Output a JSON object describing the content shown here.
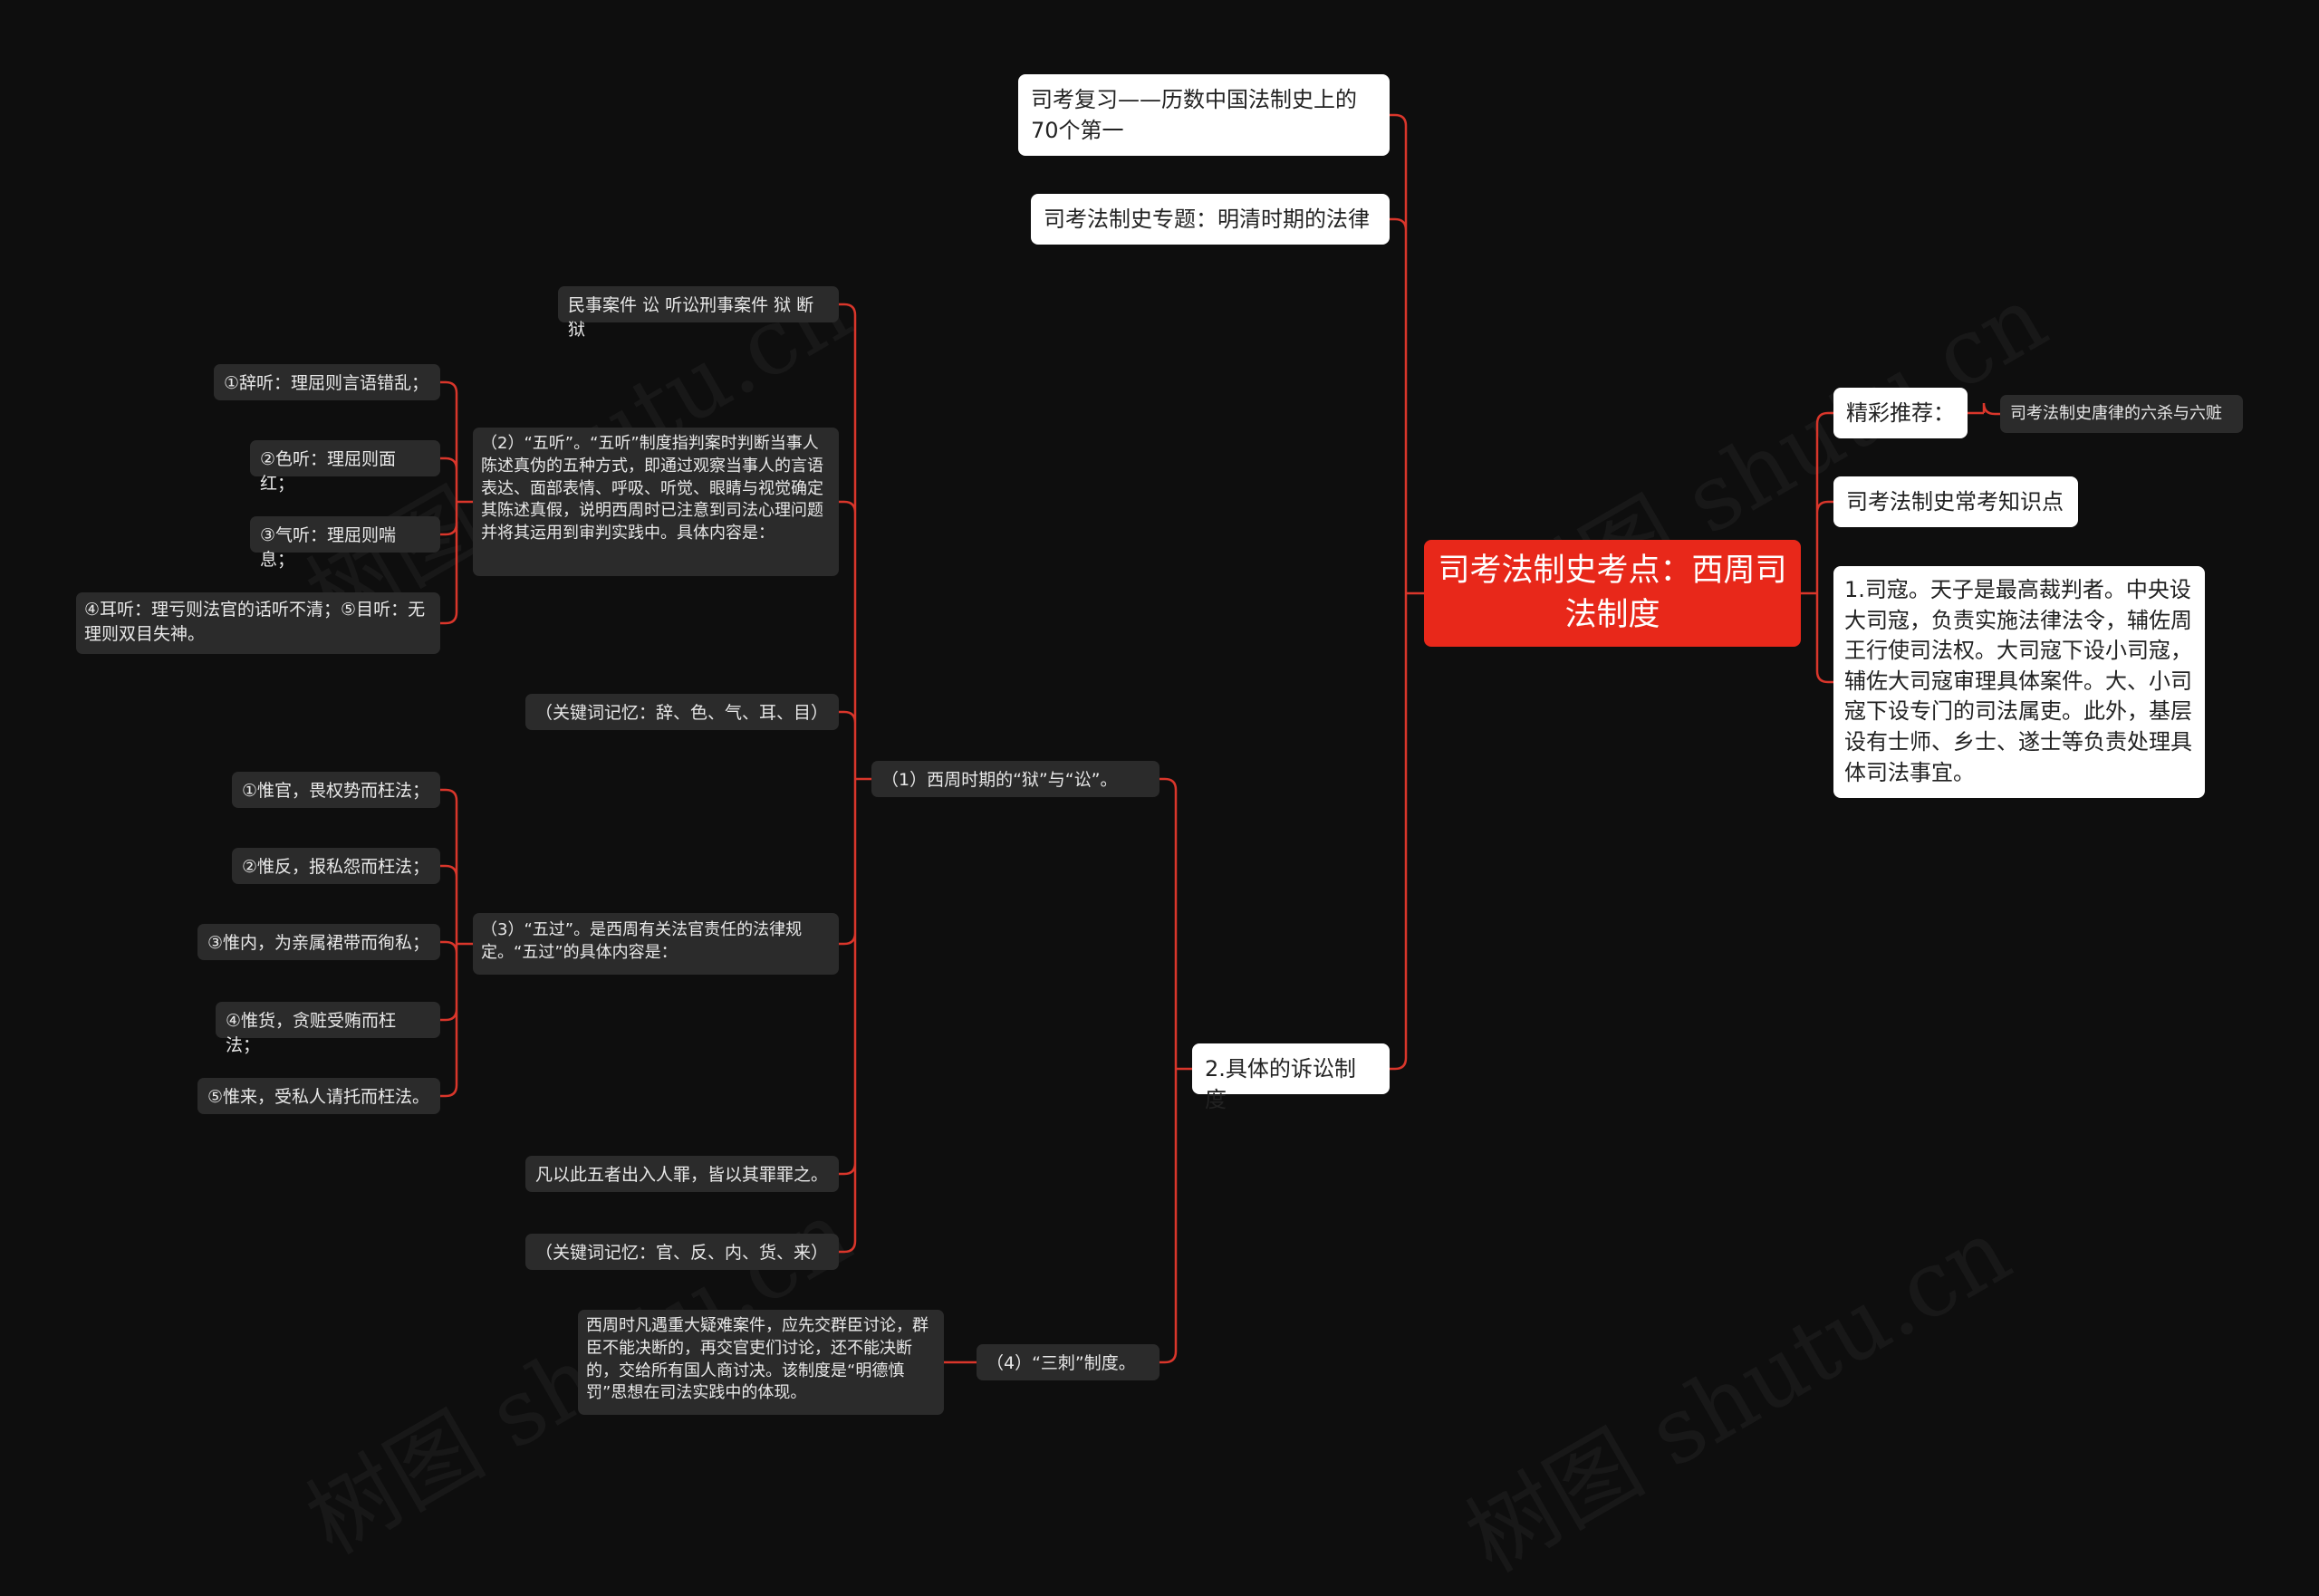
{
  "watermark": "树图 shutu.cn",
  "root": "司考法制史考点：西周司法制度",
  "right": {
    "recommend": "精彩推荐：",
    "recommend_link": "司考法制史唐律的六杀与六赃",
    "common": "司考法制史常考知识点",
    "sikou": "1.司寇。天子是最高裁判者。中央设大司寇，负责实施法律法令，辅佐周王行使司法权。大司寇下设小司寇，辅佐大司寇审理具体案件。大、小司寇下设专门的司法属吏。此外，基层设有士师、乡士、遂士等负责处理具体司法事宜。"
  },
  "left": {
    "top1": "司考复习——历数中国法制史上的70个第一",
    "top2": "司考法制史专题：明清时期的法律",
    "procedure": "2.具体的诉讼制度",
    "yusong": "（1）西周时期的“狱”与“讼”。",
    "yusong_def": "民事案件 讼 听讼刑事案件 狱 断狱",
    "wuting": "（2）“五听”。“五听”制度指判案时判断当事人陈述真伪的五种方式，即通过观察当事人的言语表达、面部表情、呼吸、听觉、眼睛与视觉确定其陈述真假，说明西周时已注意到司法心理问题并将其运用到审判实践中。具体内容是：",
    "wuting_items": [
      "①辞听：理屈则言语错乱；",
      "②色听：理屈则面红；",
      "③气听：理屈则喘息；",
      "④耳听：理亏则法官的话听不清；⑤目听：无理则双目失神。"
    ],
    "wuting_key": "（关键词记忆：辞、色、气、耳、目）",
    "wuguo": "（3）“五过”。是西周有关法官责任的法律规定。“五过”的具体内容是：",
    "wuguo_items": [
      "①惟官，畏权势而枉法；",
      "②惟反，报私怨而枉法；",
      "③惟内，为亲属裙带而徇私；",
      "④惟货，贪赃受贿而枉法；",
      "⑤惟来，受私人请托而枉法。"
    ],
    "wuguo_rule": "凡以此五者出入人罪，皆以其罪罪之。",
    "wuguo_key": "（关键词记忆：官、反、内、货、来）",
    "sanci": "（4）“三刺”制度。",
    "sanci_desc": "西周时凡遇重大疑难案件，应先交群臣讨论，群臣不能决断的，再交官吏们讨论，还不能决断的，交给所有国人商讨决。该制度是“明德慎罚”思想在司法实践中的体现。"
  },
  "colors": {
    "line": "#d9362b",
    "root": "#e8281a",
    "background": "#0e0e0e"
  }
}
